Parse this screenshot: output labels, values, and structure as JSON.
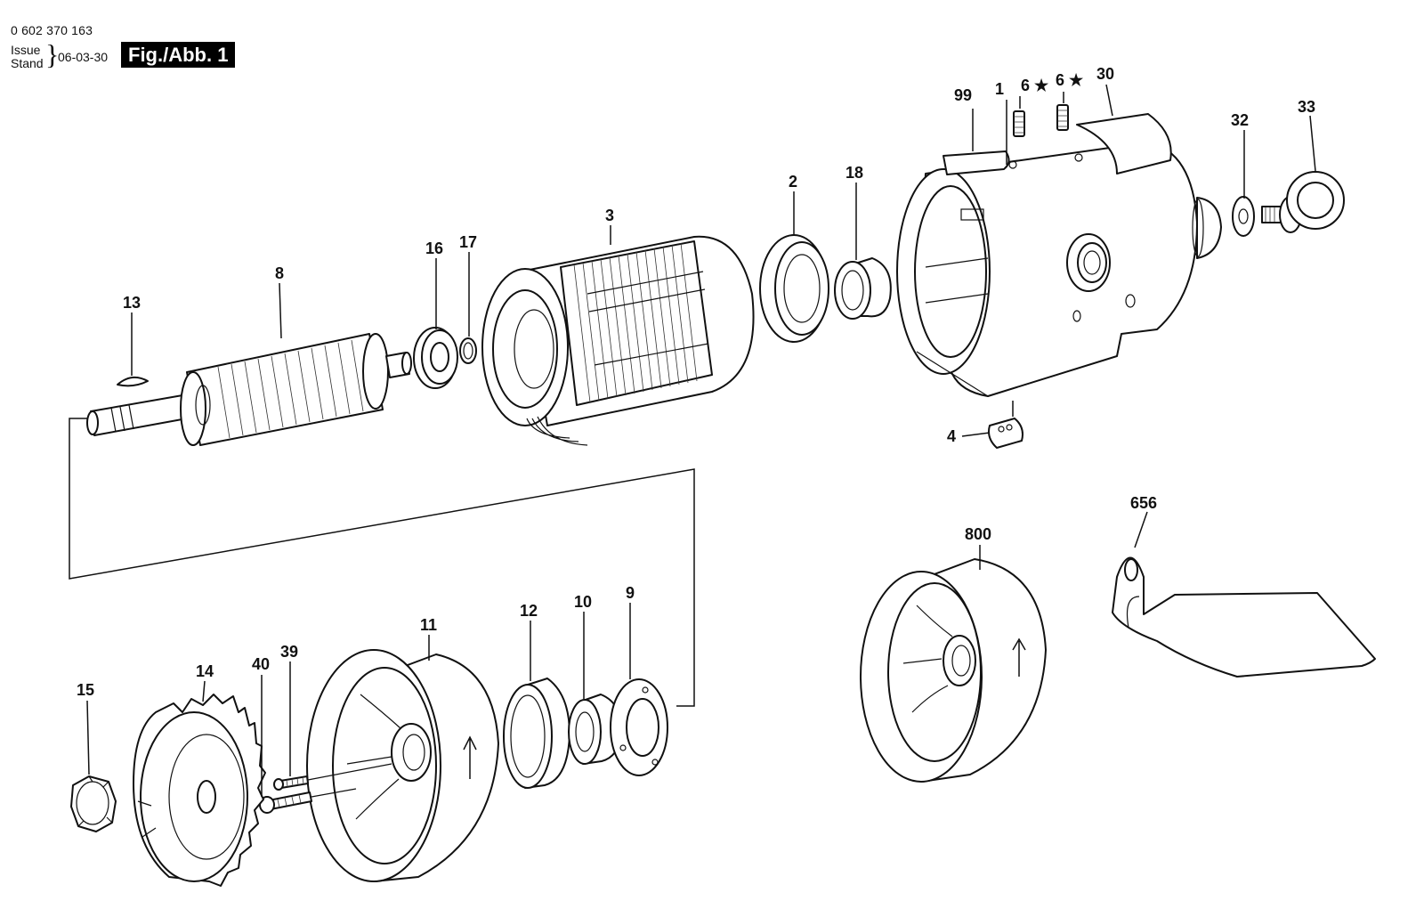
{
  "header": {
    "part_number": "0 602 370 163",
    "issue_label": "Issue",
    "stand_label": "Stand",
    "issue_date": "06-03-30",
    "figure_label": "Fig./Abb. 1"
  },
  "callouts": {
    "p99": "99",
    "p1": "1",
    "p6a": "6 ★",
    "p6b": "6 ★",
    "p30": "30",
    "p32": "32",
    "p33": "33",
    "p2": "2",
    "p18": "18",
    "p3": "3",
    "p16": "16",
    "p17": "17",
    "p8": "8",
    "p13": "13",
    "p4": "4",
    "p656": "656",
    "p800": "800",
    "p11": "11",
    "p12": "12",
    "p10": "10",
    "p9": "9",
    "p40": "40",
    "p39": "39",
    "p14": "14",
    "p15": "15"
  },
  "colors": {
    "ink": "#111111",
    "badge_background": "#000000",
    "badge_text": "#ffffff",
    "paper": "#ffffff"
  }
}
